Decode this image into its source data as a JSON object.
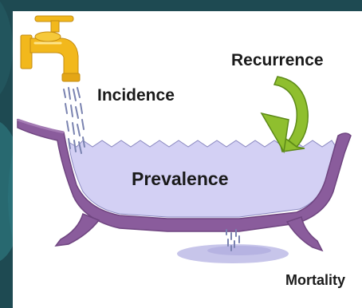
{
  "labels": {
    "incidence": "Incidence",
    "recurrence": "Recurrence",
    "prevalence": "Prevalence",
    "mortality": "Mortality"
  },
  "colors": {
    "slide_background": "#1e4a52",
    "slide_accent": "#2a7078",
    "panel": "#ffffff",
    "water": "#d3d0f4",
    "tub": "#8a5c9c",
    "tub_shadow": "#6f4580",
    "faucet": "#f2b81c",
    "faucet_shadow": "#c48c12",
    "arrow": "#8fbf2e",
    "arrow_dark": "#5d8a18",
    "drops": "#7a83b0",
    "puddle": "#c7c5ea",
    "text": "#1a1a1a"
  },
  "icons": [
    "water-faucet-icon",
    "recurrence-curved-arrow-icon",
    "bathtub-icon"
  ]
}
